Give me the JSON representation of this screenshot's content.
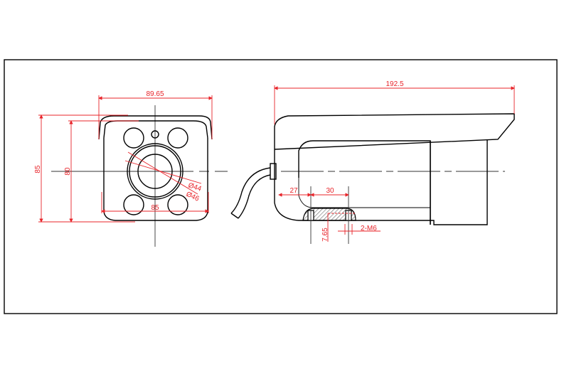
{
  "drawing": {
    "colors": {
      "outline": "#000000",
      "dimension": "#e8242a"
    },
    "front_view": {
      "width_top": "89.65",
      "height_outer": "85",
      "height_inner": "80",
      "width_bottom": "85",
      "lens_diameter_inner": "Ø44",
      "lens_diameter_outer": "Ø46"
    },
    "side_view": {
      "length": "192.5",
      "offset_first_hole": "27",
      "hole_spacing": "30",
      "mount_depth": "7.65",
      "thread_spec": "2-M6"
    }
  }
}
